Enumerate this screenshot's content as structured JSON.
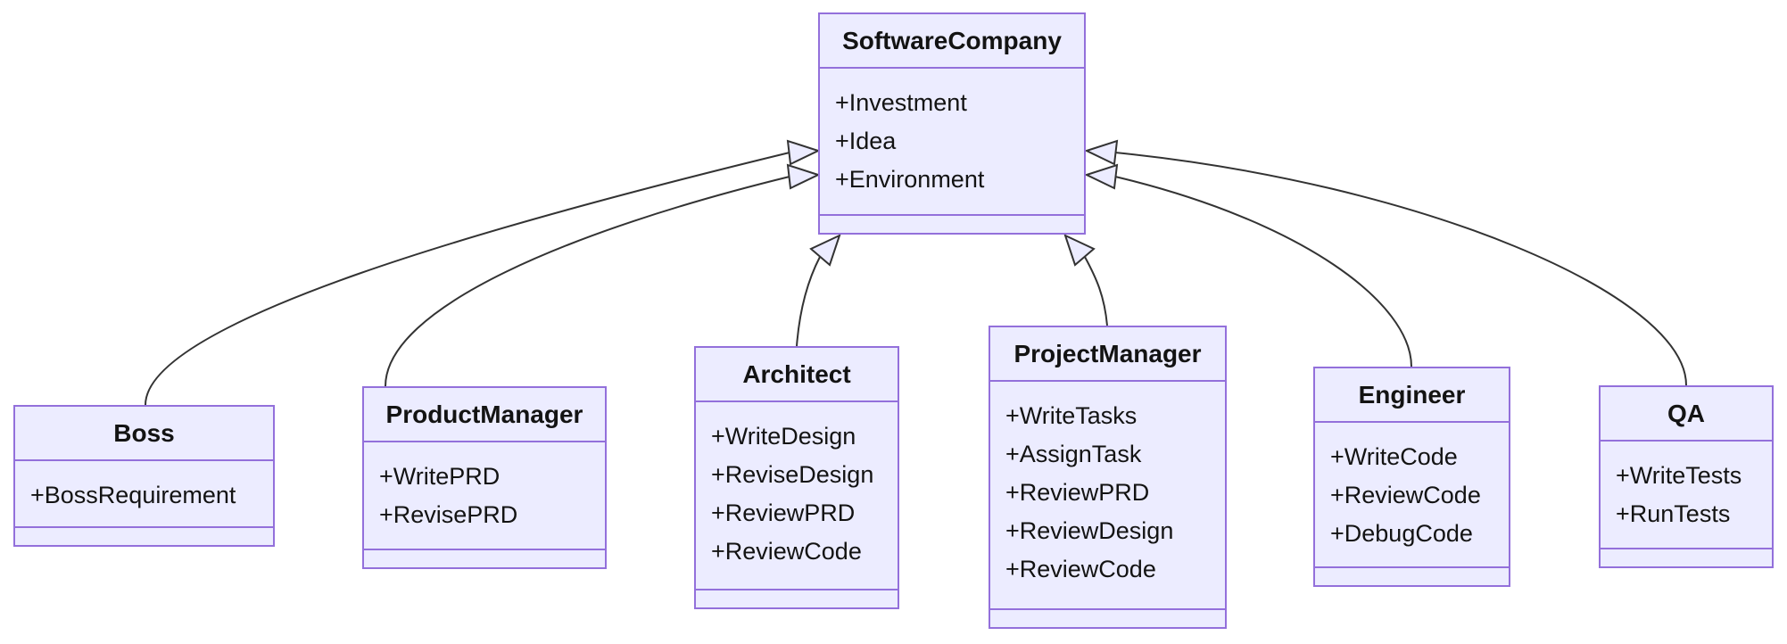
{
  "diagram": {
    "type": "uml-class-diagram",
    "colors": {
      "node_fill": "#ECECFF",
      "node_border": "#9370DB",
      "edge_line": "#333333",
      "text": "#131313",
      "background": "#ffffff"
    },
    "classes": [
      {
        "id": "software-company",
        "name": "SoftwareCompany",
        "attributes": [
          "+Investment",
          "+Idea",
          "+Environment"
        ],
        "methods": []
      },
      {
        "id": "boss",
        "name": "Boss",
        "attributes": [
          "+BossRequirement"
        ],
        "methods": []
      },
      {
        "id": "product-manager",
        "name": "ProductManager",
        "attributes": [
          "+WritePRD",
          "+RevisePRD"
        ],
        "methods": []
      },
      {
        "id": "architect",
        "name": "Architect",
        "attributes": [
          "+WriteDesign",
          "+ReviseDesign",
          "+ReviewPRD",
          "+ReviewCode"
        ],
        "methods": []
      },
      {
        "id": "project-manager",
        "name": "ProjectManager",
        "attributes": [
          "+WriteTasks",
          "+AssignTask",
          "+ReviewPRD",
          "+ReviewDesign",
          "+ReviewCode"
        ],
        "methods": []
      },
      {
        "id": "engineer",
        "name": "Engineer",
        "attributes": [
          "+WriteCode",
          "+ReviewCode",
          "+DebugCode"
        ],
        "methods": []
      },
      {
        "id": "qa",
        "name": "QA",
        "attributes": [
          "+WriteTests",
          "+RunTests"
        ],
        "methods": []
      }
    ],
    "relationships": [
      {
        "from": "Boss",
        "to": "SoftwareCompany",
        "type": "inheritance"
      },
      {
        "from": "ProductManager",
        "to": "SoftwareCompany",
        "type": "inheritance"
      },
      {
        "from": "Architect",
        "to": "SoftwareCompany",
        "type": "inheritance"
      },
      {
        "from": "ProjectManager",
        "to": "SoftwareCompany",
        "type": "inheritance"
      },
      {
        "from": "Engineer",
        "to": "SoftwareCompany",
        "type": "inheritance"
      },
      {
        "from": "QA",
        "to": "SoftwareCompany",
        "type": "inheritance"
      }
    ]
  }
}
